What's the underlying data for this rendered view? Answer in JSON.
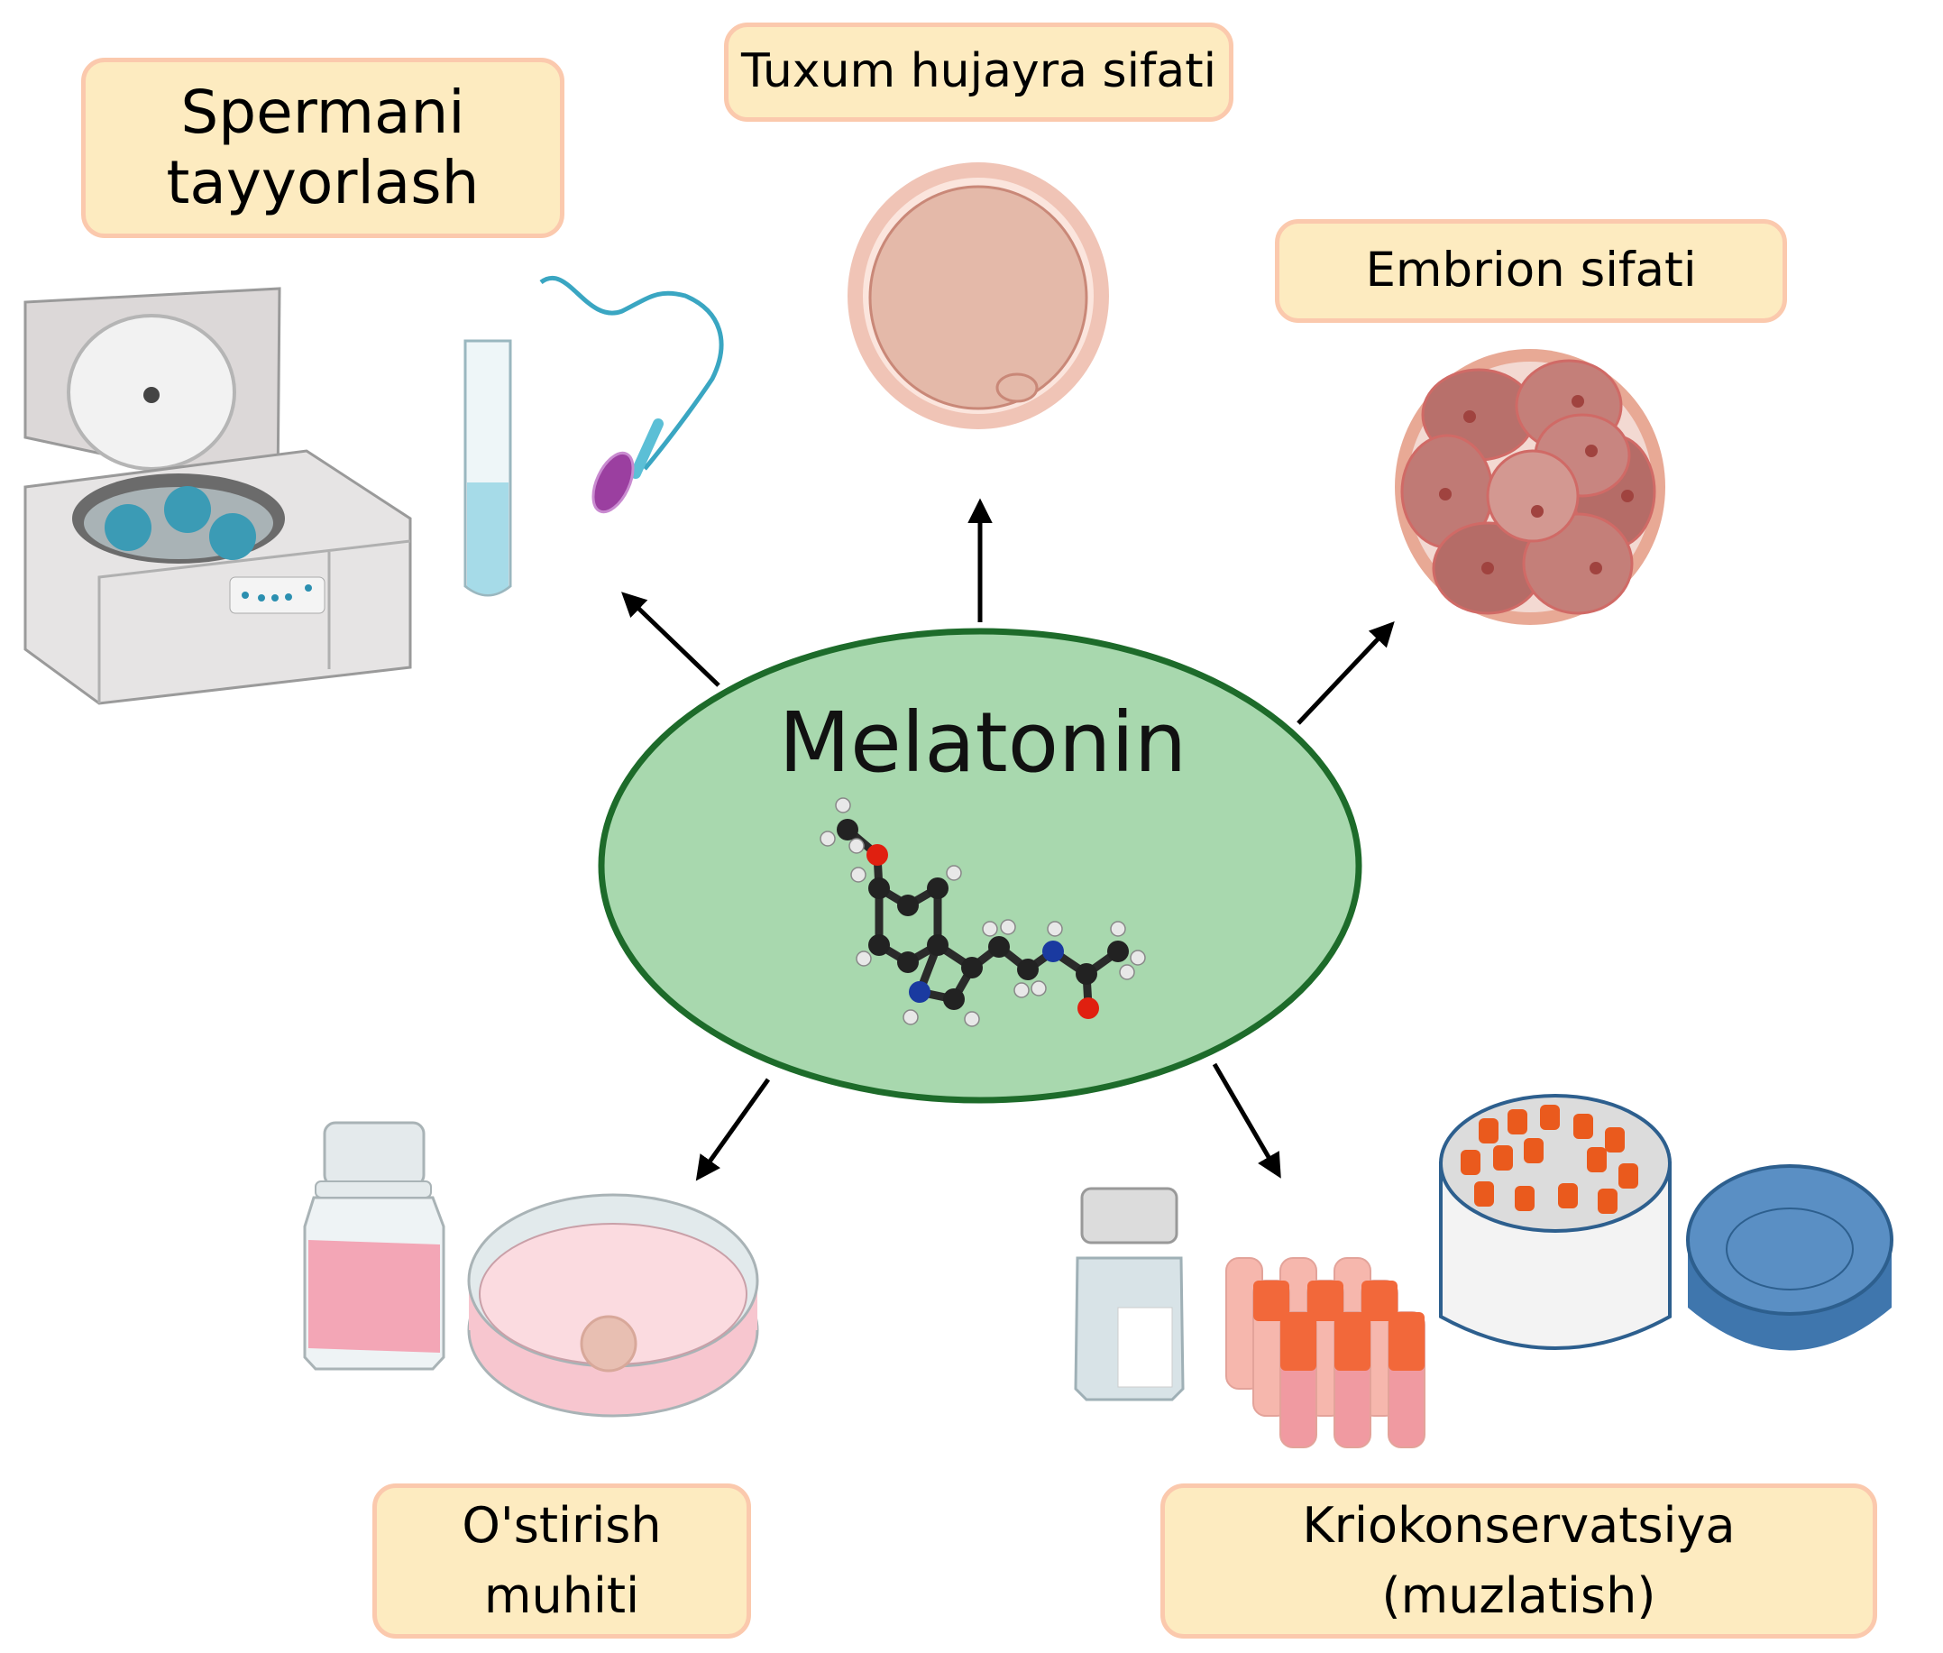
{
  "center": {
    "label": "Melatonin",
    "fill_color": "#a8d8ae",
    "stroke_color": "#1d6b2a",
    "molecule": "melatonin-ball-and-stick-model"
  },
  "nodes": [
    {
      "id": "sperm",
      "lines": [
        "Spermani",
        "tayyorlash"
      ],
      "illustration": [
        "centrifuge",
        "test-tube",
        "sperm-cell"
      ]
    },
    {
      "id": "egg",
      "lines": [
        "Tuxum hujayra sifati"
      ],
      "illustration": [
        "oocyte"
      ]
    },
    {
      "id": "embryo",
      "lines": [
        "Embrion sifati"
      ],
      "illustration": [
        "embryo-8-cell"
      ]
    },
    {
      "id": "culture",
      "lines": [
        "O'stirish",
        "muhiti"
      ],
      "illustration": [
        "media-bottle",
        "petri-dish"
      ]
    },
    {
      "id": "cryo",
      "lines": [
        "Kriokonservatsiya",
        "(muzlatish)"
      ],
      "illustration": [
        "reagent-bottle",
        "cryovials",
        "cryo-storage-box",
        "box-lid"
      ]
    }
  ],
  "edges": [
    {
      "from": "center",
      "to": "sperm"
    },
    {
      "from": "center",
      "to": "egg"
    },
    {
      "from": "center",
      "to": "embryo"
    },
    {
      "from": "center",
      "to": "culture"
    },
    {
      "from": "center",
      "to": "cryo"
    }
  ],
  "colors": {
    "box_fill": "#fdebc0",
    "box_border": "#fbc9ad",
    "arrow": "#000000"
  }
}
